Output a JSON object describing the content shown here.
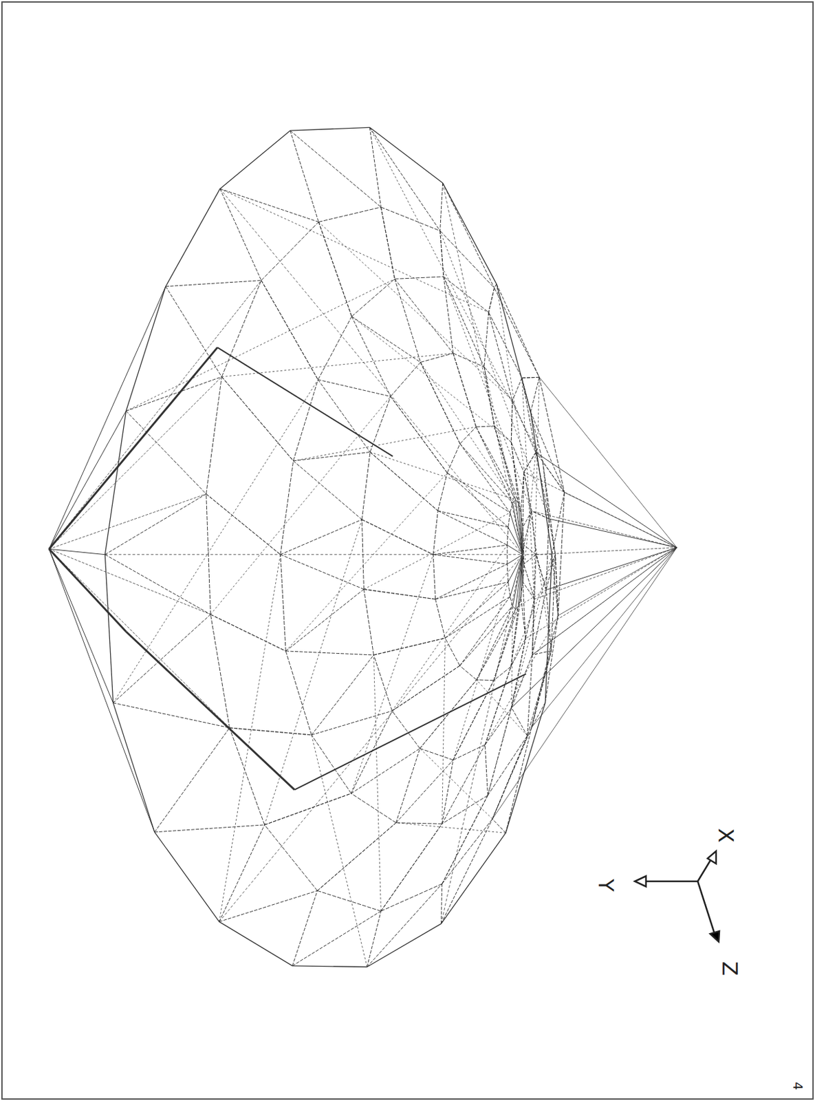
{
  "diagram": {
    "labels": [
      "X",
      "Y",
      "Z",
      "4"
    ]
  }
}
